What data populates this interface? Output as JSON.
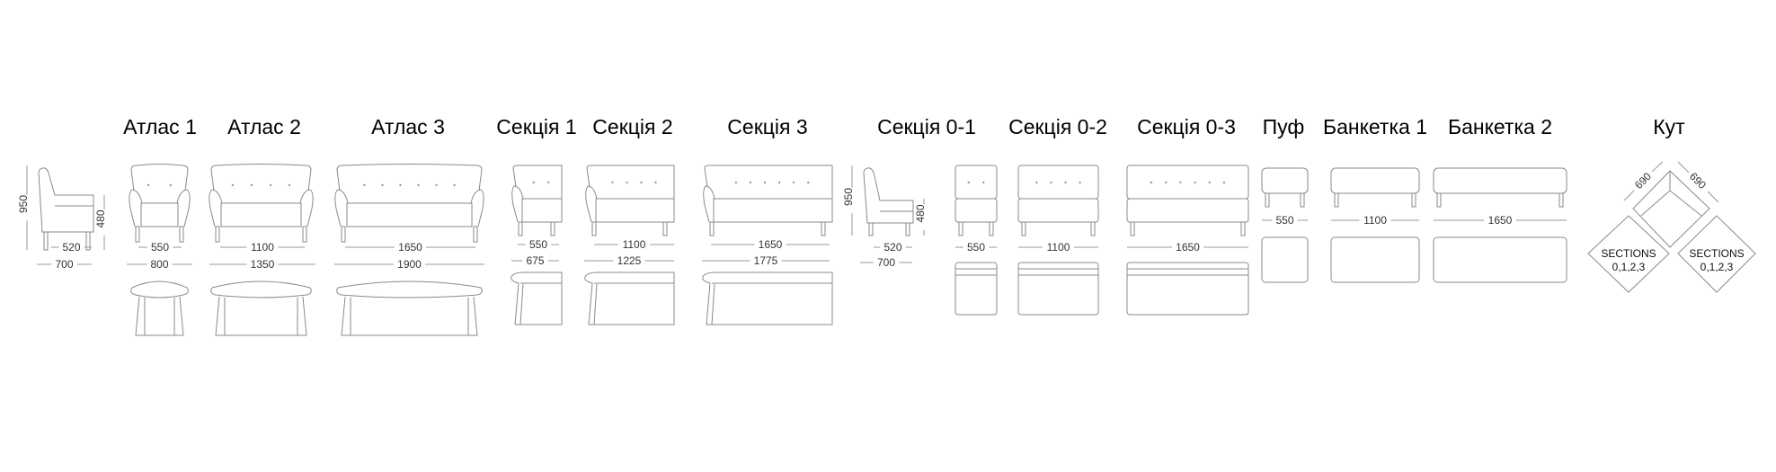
{
  "items": [
    {
      "title": "Атлас 1",
      "dims": [
        "550",
        "800"
      ],
      "buttons": 2
    },
    {
      "title": "Атлас 2",
      "dims": [
        "1100",
        "1350"
      ],
      "buttons": 4
    },
    {
      "title": "Атлас 3",
      "dims": [
        "1650",
        "1900"
      ],
      "buttons": 6
    },
    {
      "title": "Секція 1",
      "dims": [
        "550",
        "675"
      ],
      "buttons": 2
    },
    {
      "title": "Секція 2",
      "dims": [
        "1100",
        "1225"
      ],
      "buttons": 4
    },
    {
      "title": "Секція 3",
      "dims": [
        "1650",
        "1775"
      ],
      "buttons": 6
    },
    {
      "title": "Секція 0-1",
      "dims": [
        "550"
      ],
      "buttons": 2
    },
    {
      "title": "Секція 0-2",
      "dims": [
        "1100"
      ],
      "buttons": 4
    },
    {
      "title": "Секція 0-3",
      "dims": [
        "1650"
      ],
      "buttons": 6
    },
    {
      "title": "Пуф",
      "dims": [
        "550"
      ]
    },
    {
      "title": "Банкетка 1",
      "dims": [
        "1100"
      ]
    },
    {
      "title": "Банкетка 2",
      "dims": [
        "1650"
      ]
    },
    {
      "title": "Кут",
      "dims": [
        "690",
        "690"
      ]
    }
  ],
  "atlas_side": {
    "height": "950",
    "seat_height": "480",
    "seat_depth": "520",
    "depth": "700"
  },
  "section_side": {
    "height": "950",
    "seat_height": "480",
    "seat_depth": "520",
    "depth": "700"
  },
  "corner": {
    "sections_label": "SECTIONS",
    "sections_values": "0,1,2,3"
  }
}
